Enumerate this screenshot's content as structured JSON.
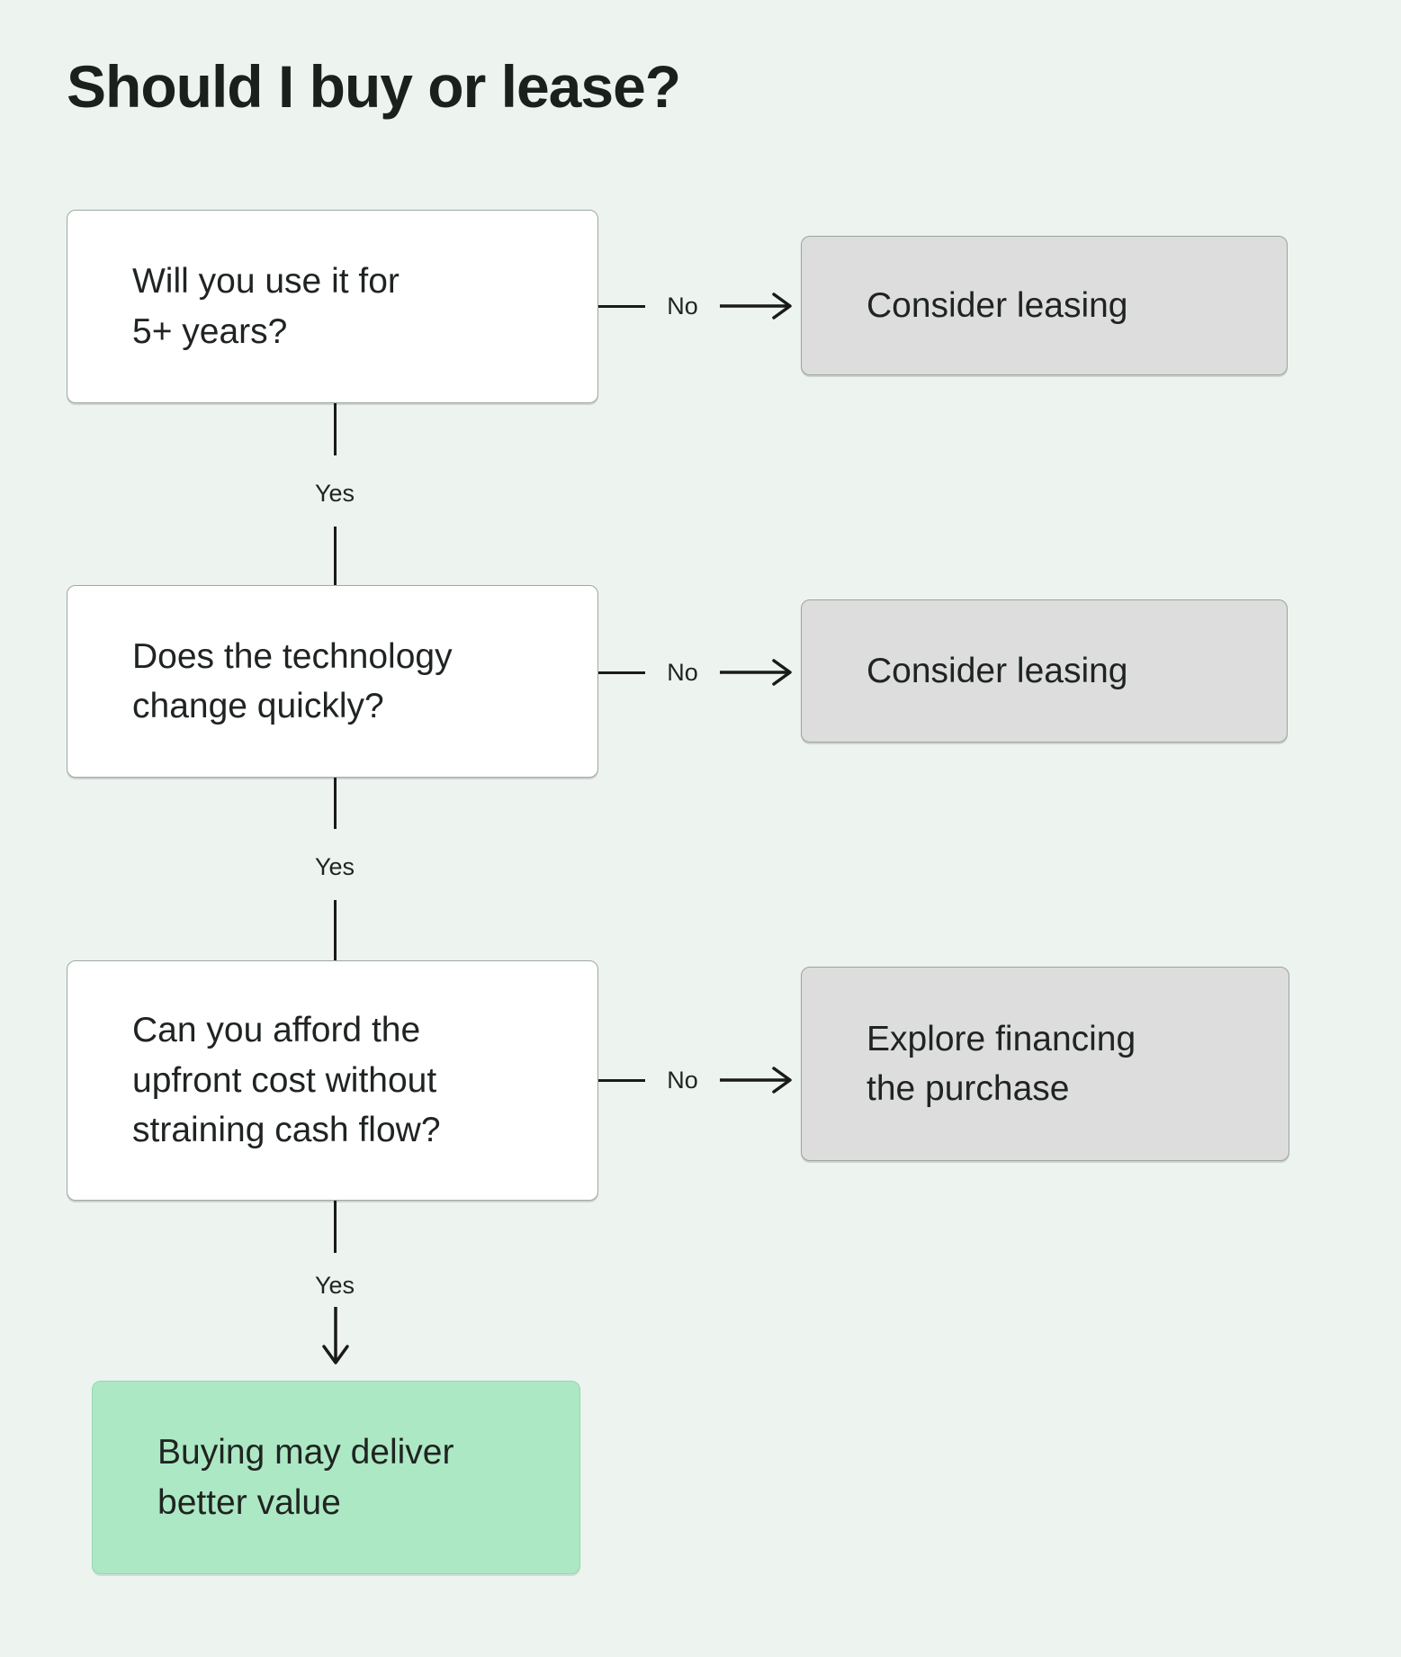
{
  "page": {
    "title": "Should I buy or lease?"
  },
  "flow": {
    "steps": [
      {
        "question": "Will you use it for\n5+ years?",
        "no_label": "No",
        "yes_label": "Yes",
        "no_outcome": "Consider leasing"
      },
      {
        "question": "Does the technology\nchange quickly?",
        "no_label": "No",
        "yes_label": "Yes",
        "no_outcome": "Consider leasing"
      },
      {
        "question": "Can you afford the\nupfront cost without\nstraining cash flow?",
        "no_label": "No",
        "yes_label": "Yes",
        "no_outcome": "Explore financing\nthe purchase"
      }
    ],
    "final_outcome": "Buying may deliver\nbetter value"
  },
  "colors": {
    "background": "#edf3ee",
    "question_box_fill": "#ffffff",
    "question_box_border": "#9fa8a2",
    "outcome_box_fill": "#dcdddc",
    "outcome_box_border": "#9aa49e",
    "final_box_fill": "#ade8c5",
    "final_box_border": "#92d8b0",
    "connector_line": "#1a1a1a",
    "text": "#1f2421"
  },
  "icons": {
    "arrow_right": "open-chevron right arrow",
    "arrow_down": "open-chevron down arrow"
  }
}
